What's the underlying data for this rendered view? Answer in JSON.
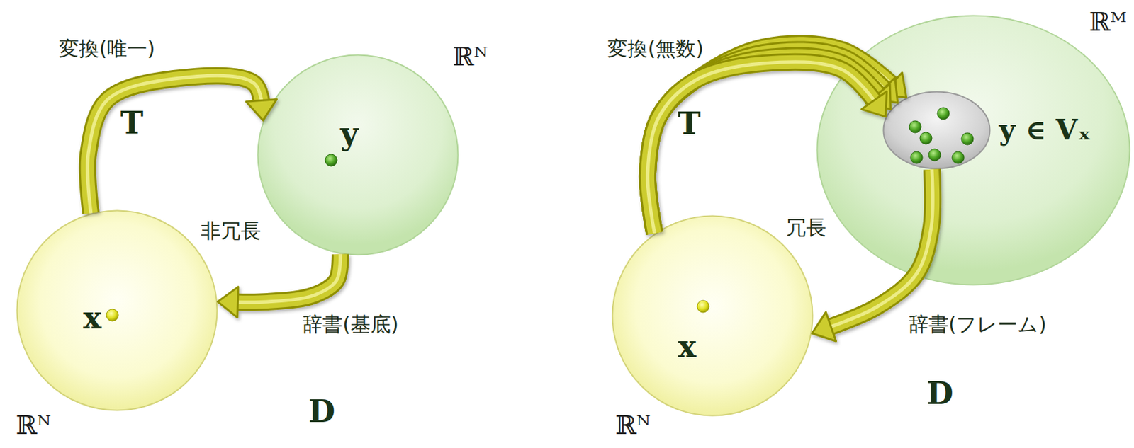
{
  "diagram": {
    "nodes": [
      {
        "text": [
          "x",
          "ℝᴺ"
        ]
      },
      {
        "text": [
          "y",
          "ℝᴺ"
        ]
      },
      {
        "text": [
          "x",
          "ℝᴺ"
        ]
      },
      {
        "text": [
          "ℝᴹ"
        ]
      },
      {
        "text": [
          "y ∈ Vₓ"
        ],
        "in": 3
      }
    ],
    "edges": [
      {
        "from": 0,
        "to": 1,
        "arrow": "to",
        "label": "T"
      },
      {
        "from": 1,
        "to": 0,
        "arrow": "to",
        "label": "D"
      },
      {
        "from": 2,
        "to": 4,
        "arrow": "to",
        "label": "T"
      },
      {
        "from": 4,
        "to": 2,
        "arrow": "to",
        "label": "D"
      }
    ],
    "labels": [
      "変換(唯一)",
      "非冗長",
      "辞書(基底)",
      "変換(無数)",
      "冗長",
      "辞書(フレーム)"
    ]
  }
}
